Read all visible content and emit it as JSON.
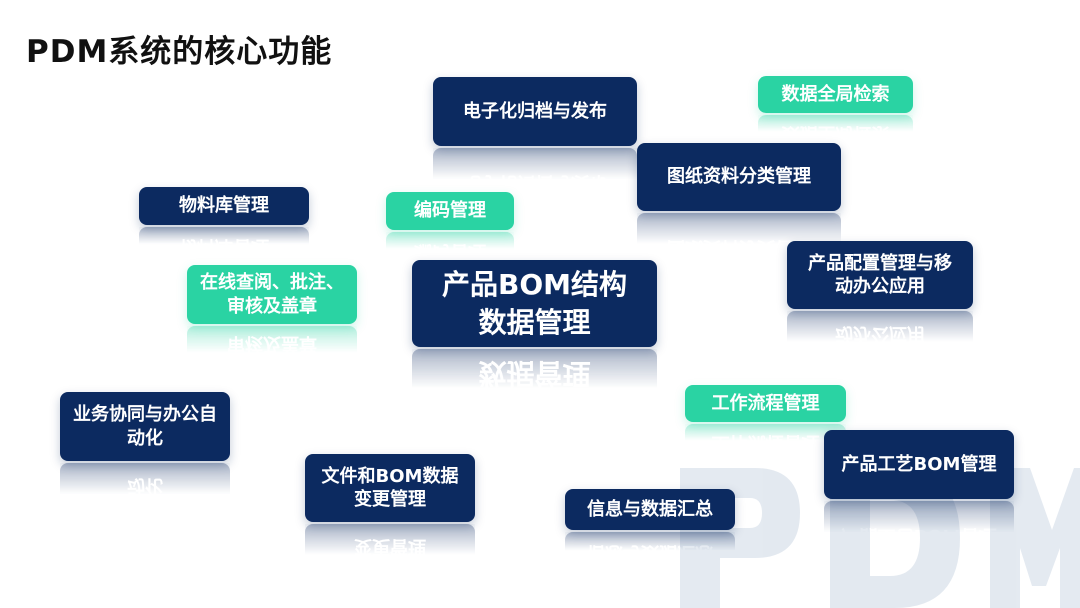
{
  "title": "PDM系统的核心功能",
  "watermark": "PDM",
  "colors": {
    "navy": "#0c2a60",
    "teal": "#2ad3a3"
  },
  "items": [
    {
      "label": "电子化归档与发布",
      "style": "navy"
    },
    {
      "label": "数据全局检索",
      "style": "teal"
    },
    {
      "label": "图纸资料分类管理",
      "style": "navy"
    },
    {
      "label": "物料库管理",
      "style": "navy"
    },
    {
      "label": "编码管理",
      "style": "teal"
    },
    {
      "label": "产品配置管理与移动办公应用",
      "style": "navy"
    },
    {
      "label": "在线查阅、批注、审核及盖章",
      "style": "teal"
    },
    {
      "label": "产品BOM结构数据管理",
      "style": "navy"
    },
    {
      "label": "工作流程管理",
      "style": "teal"
    },
    {
      "label": "业务协同与办公自动化",
      "style": "navy"
    },
    {
      "label": "产品工艺BOM管理",
      "style": "navy"
    },
    {
      "label": "文件和BOM数据变更管理",
      "style": "navy"
    },
    {
      "label": "信息与数据汇总",
      "style": "navy"
    }
  ]
}
